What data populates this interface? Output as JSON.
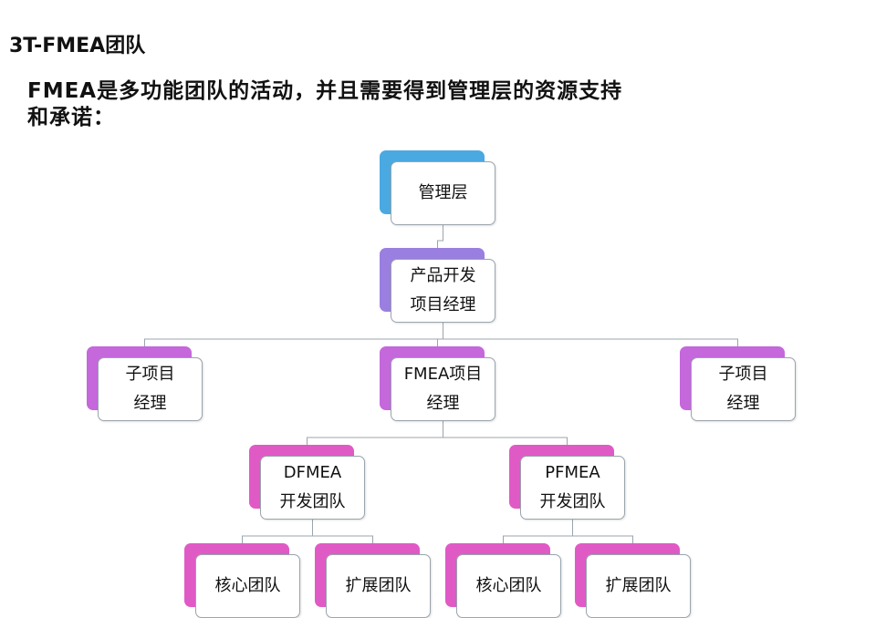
{
  "page": {
    "title": "3T-FMEA团队",
    "subtitle_line1": "FMEA是多功能团队的活动，并且需要得到管理层的资源支持",
    "subtitle_line2": "和承诺："
  },
  "diagram": {
    "nodes": [
      {
        "id": "mgmt",
        "lines": [
          "管理层"
        ],
        "accent": "#4aa9e0"
      },
      {
        "id": "pm",
        "lines": [
          "产品开发",
          "项目经理"
        ],
        "accent": "#9a7fe0"
      },
      {
        "id": "sub-left",
        "lines": [
          "子项目",
          "经理"
        ],
        "accent": "#c468dc"
      },
      {
        "id": "fmea-pm",
        "lines": [
          "FMEA项目",
          "经理"
        ],
        "accent": "#c468dc"
      },
      {
        "id": "sub-right",
        "lines": [
          "子项目",
          "经理"
        ],
        "accent": "#c468dc"
      },
      {
        "id": "dfmea",
        "lines": [
          "DFMEA",
          "开发团队"
        ],
        "accent": "#e05ac6"
      },
      {
        "id": "pfmea",
        "lines": [
          "PFMEA",
          "开发团队"
        ],
        "accent": "#e05ac6"
      },
      {
        "id": "d-core",
        "lines": [
          "核心团队"
        ],
        "accent": "#e05ac6"
      },
      {
        "id": "d-ext",
        "lines": [
          "扩展团队"
        ],
        "accent": "#e05ac6"
      },
      {
        "id": "p-core",
        "lines": [
          "核心团队"
        ],
        "accent": "#e05ac6"
      },
      {
        "id": "p-ext",
        "lines": [
          "扩展团队"
        ],
        "accent": "#e05ac6"
      }
    ],
    "edges": [
      [
        "mgmt",
        "pm"
      ],
      [
        "pm",
        "sub-left"
      ],
      [
        "pm",
        "fmea-pm"
      ],
      [
        "pm",
        "sub-right"
      ],
      [
        "fmea-pm",
        "dfmea"
      ],
      [
        "fmea-pm",
        "pfmea"
      ],
      [
        "dfmea",
        "d-core"
      ],
      [
        "dfmea",
        "d-ext"
      ],
      [
        "pfmea",
        "p-core"
      ],
      [
        "pfmea",
        "p-ext"
      ]
    ]
  }
}
